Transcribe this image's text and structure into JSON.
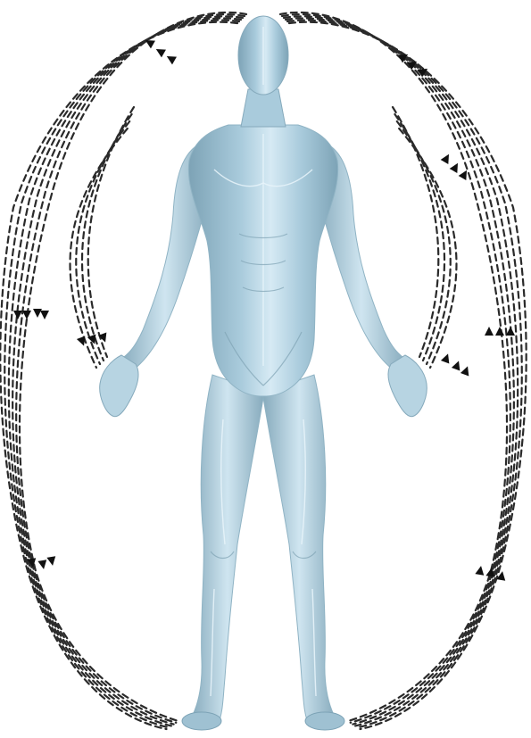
{
  "figure": {
    "subject": "human-figure",
    "field_line_count_per_side": 6,
    "colors": {
      "skin_light": "#d6eaf4",
      "skin_mid": "#a9cbdc",
      "skin_dark": "#7da3b6",
      "field_line": "#2a2a2a",
      "arrow": "#111111",
      "background": "#ffffff"
    },
    "flow": {
      "left_side": "downward",
      "right_side": "upward"
    }
  }
}
